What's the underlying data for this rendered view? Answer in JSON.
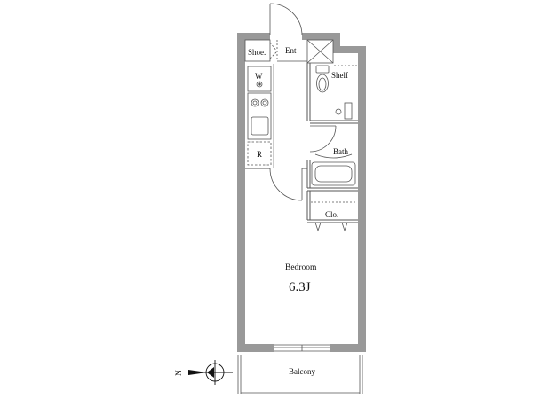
{
  "labels": {
    "shoe": "Shoe.",
    "entrance": "Ent",
    "washer": "W",
    "shelf": "Shelf",
    "refrigerator": "R",
    "bath": "Bath",
    "closet": "Clo.",
    "bedroom": "Bedroom",
    "bedroom_size": "6.3J",
    "balcony": "Balcony",
    "north": "N"
  },
  "colors": {
    "wall": "#999999",
    "line": "#555555",
    "ink": "#111111"
  },
  "icons": {
    "compass": "north-compass-icon",
    "door_swing": "door-swing-icon",
    "stove": "stove-burners-icon",
    "toilet": "toilet-icon",
    "bathtub": "bathtub-icon"
  }
}
